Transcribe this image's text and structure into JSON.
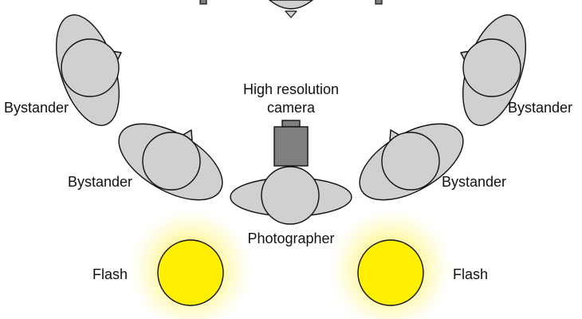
{
  "labels": {
    "bystander": "Bystander",
    "camera_line1": "High resolution",
    "camera_line2": "camera",
    "photographer": "Photographer",
    "flash": "Flash"
  },
  "colors": {
    "person_fill": "#d0d0d0",
    "outline": "#111111",
    "camera_fill": "#7f7f7f",
    "flash_fill": "#ffef00",
    "flash_glow": "#fff79a",
    "background": "#ffffff"
  }
}
